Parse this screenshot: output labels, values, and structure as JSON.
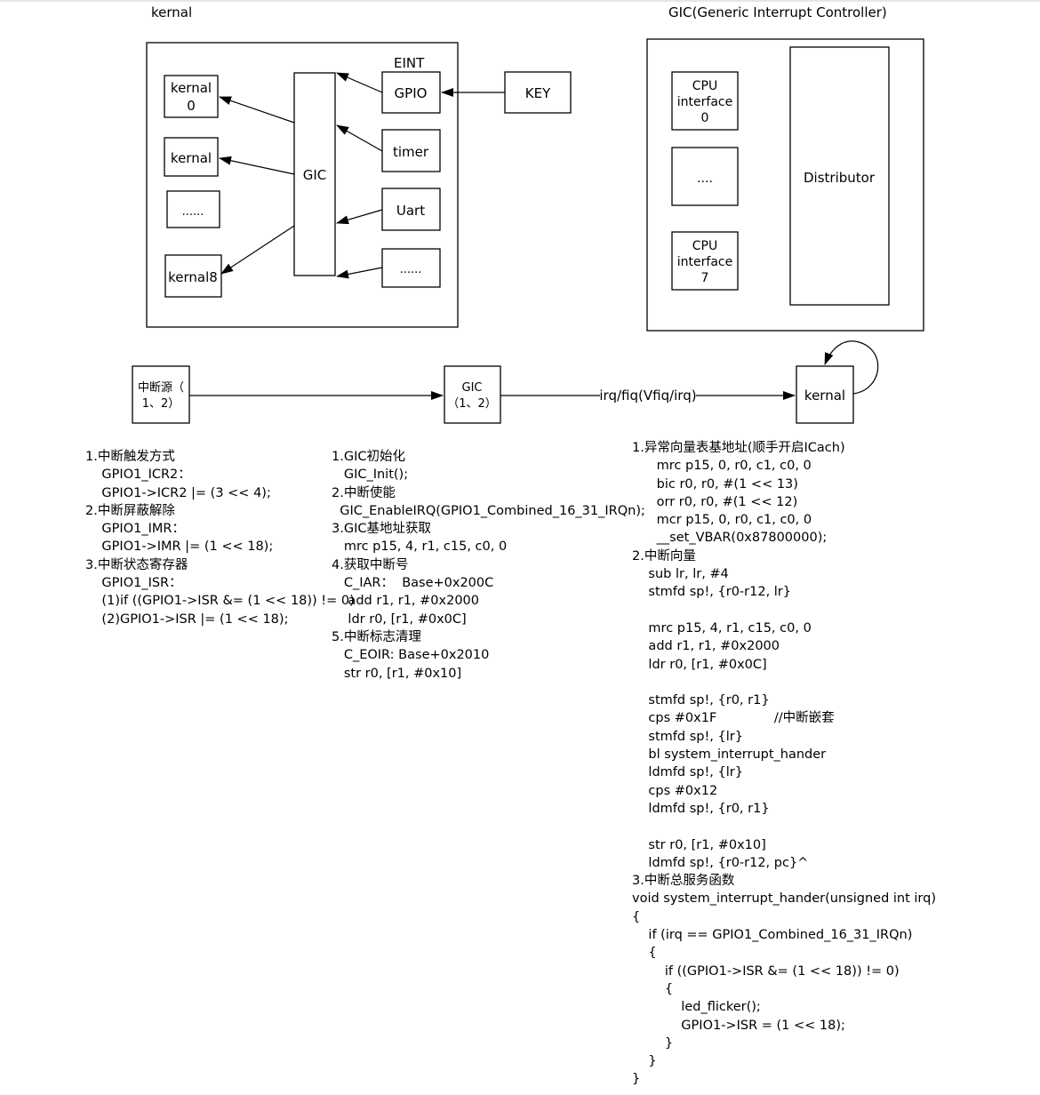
{
  "top_left": {
    "title": "kernal",
    "eint_label": "EINT",
    "gic_label": "GIC",
    "key_label": "KEY",
    "cores": [
      {
        "lines": [
          "kernal",
          "0"
        ]
      },
      {
        "lines": [
          "kernal"
        ]
      },
      {
        "lines": [
          "......"
        ]
      },
      {
        "lines": [
          "kernal8"
        ]
      }
    ],
    "sources": [
      "GPIO",
      "timer",
      "Uart",
      "......"
    ]
  },
  "top_right": {
    "title": "GIC(Generic Interrupt Controller)",
    "cpu_interfaces": [
      {
        "lines": [
          "CPU",
          "interface",
          "0"
        ]
      },
      {
        "lines": [
          "...."
        ]
      },
      {
        "lines": [
          "CPU",
          "interface",
          "7"
        ]
      }
    ],
    "distributor_label": "Distributor"
  },
  "flow": {
    "source_lines": [
      "中断源（",
      "1、2）"
    ],
    "gic_lines": [
      "GIC",
      "（1、2）"
    ],
    "edge_label": "irq/fiq(Vfiq/irq)",
    "kernal_label": "kernal"
  },
  "col1_lines": [
    "1.中断触发方式",
    "    GPIO1_ICR2：",
    "    GPIO1->ICR2 |= (3 << 4);",
    "2.中断屏蔽解除",
    "    GPIO1_IMR：",
    "    GPIO1->IMR |= (1 << 18);",
    "3.中断状态寄存器",
    "    GPIO1_ISR：",
    "    (1)if ((GPIO1->ISR &= (1 << 18)) != 0)",
    "    (2)GPIO1->ISR |= (1 << 18);"
  ],
  "col2_lines": [
    "1.GIC初始化",
    "   GIC_Init();",
    "2.中断使能",
    "  GIC_EnableIRQ(GPIO1_Combined_16_31_IRQn);",
    "3.GIC基地址获取",
    "   mrc p15, 4, r1, c15, c0, 0",
    "4.获取中断号",
    "   C_IAR：  Base+0x200C",
    "    add r1, r1, #0x2000",
    "    ldr r0, [r1, #0x0C]",
    "5.中断标志清理",
    "   C_EOIR: Base+0x2010",
    "   str r0, [r1, #0x10]"
  ],
  "col3_lines": [
    "1.异常向量表基地址(顺手开启ICach)",
    "      mrc p15, 0, r0, c1, c0, 0",
    "      bic r0, r0, #(1 << 13)",
    "      orr r0, r0, #(1 << 12)",
    "      mcr p15, 0, r0, c1, c0, 0",
    "      __set_VBAR(0x87800000);",
    "2.中断向量",
    "    sub lr, lr, #4",
    "    stmfd sp!, {r0-r12, lr}",
    "",
    "    mrc p15, 4, r1, c15, c0, 0",
    "    add r1, r1, #0x2000",
    "    ldr r0, [r1, #0x0C]",
    "",
    "    stmfd sp!, {r0, r1}",
    "    cps #0x1F              //中断嵌套",
    "    stmfd sp!, {lr}",
    "    bl system_interrupt_hander",
    "    ldmfd sp!, {lr}",
    "    cps #0x12",
    "    ldmfd sp!, {r0, r1}",
    "",
    "    str r0, [r1, #0x10]",
    "    ldmfd sp!, {r0-r12, pc}^",
    "3.中断总服务函数",
    "void system_interrupt_hander(unsigned int irq)",
    "{",
    "    if (irq == GPIO1_Combined_16_31_IRQn)",
    "    {",
    "        if ((GPIO1->ISR &= (1 << 18)) != 0)",
    "        {",
    "            led_flicker();",
    "            GPIO1->ISR = (1 << 18);",
    "        }",
    "    }",
    "}"
  ]
}
